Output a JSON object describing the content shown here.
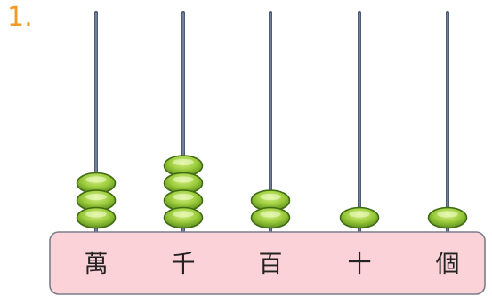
{
  "question": {
    "number": "1."
  },
  "abacus": {
    "rods": [
      {
        "label": "萬",
        "beads": 3
      },
      {
        "label": "千",
        "beads": 4
      },
      {
        "label": "百",
        "beads": 2
      },
      {
        "label": "十",
        "beads": 1
      },
      {
        "label": "個",
        "beads": 1
      }
    ],
    "colors": {
      "bead_light": "#d8f08a",
      "bead_mid": "#9ccc3c",
      "bead_dark": "#5f8f1e",
      "bead_outline": "#3f6b12",
      "rod": "#7a8aa8",
      "base_fill": "#fbd2d8",
      "base_stroke": "#7b7d8a"
    }
  }
}
